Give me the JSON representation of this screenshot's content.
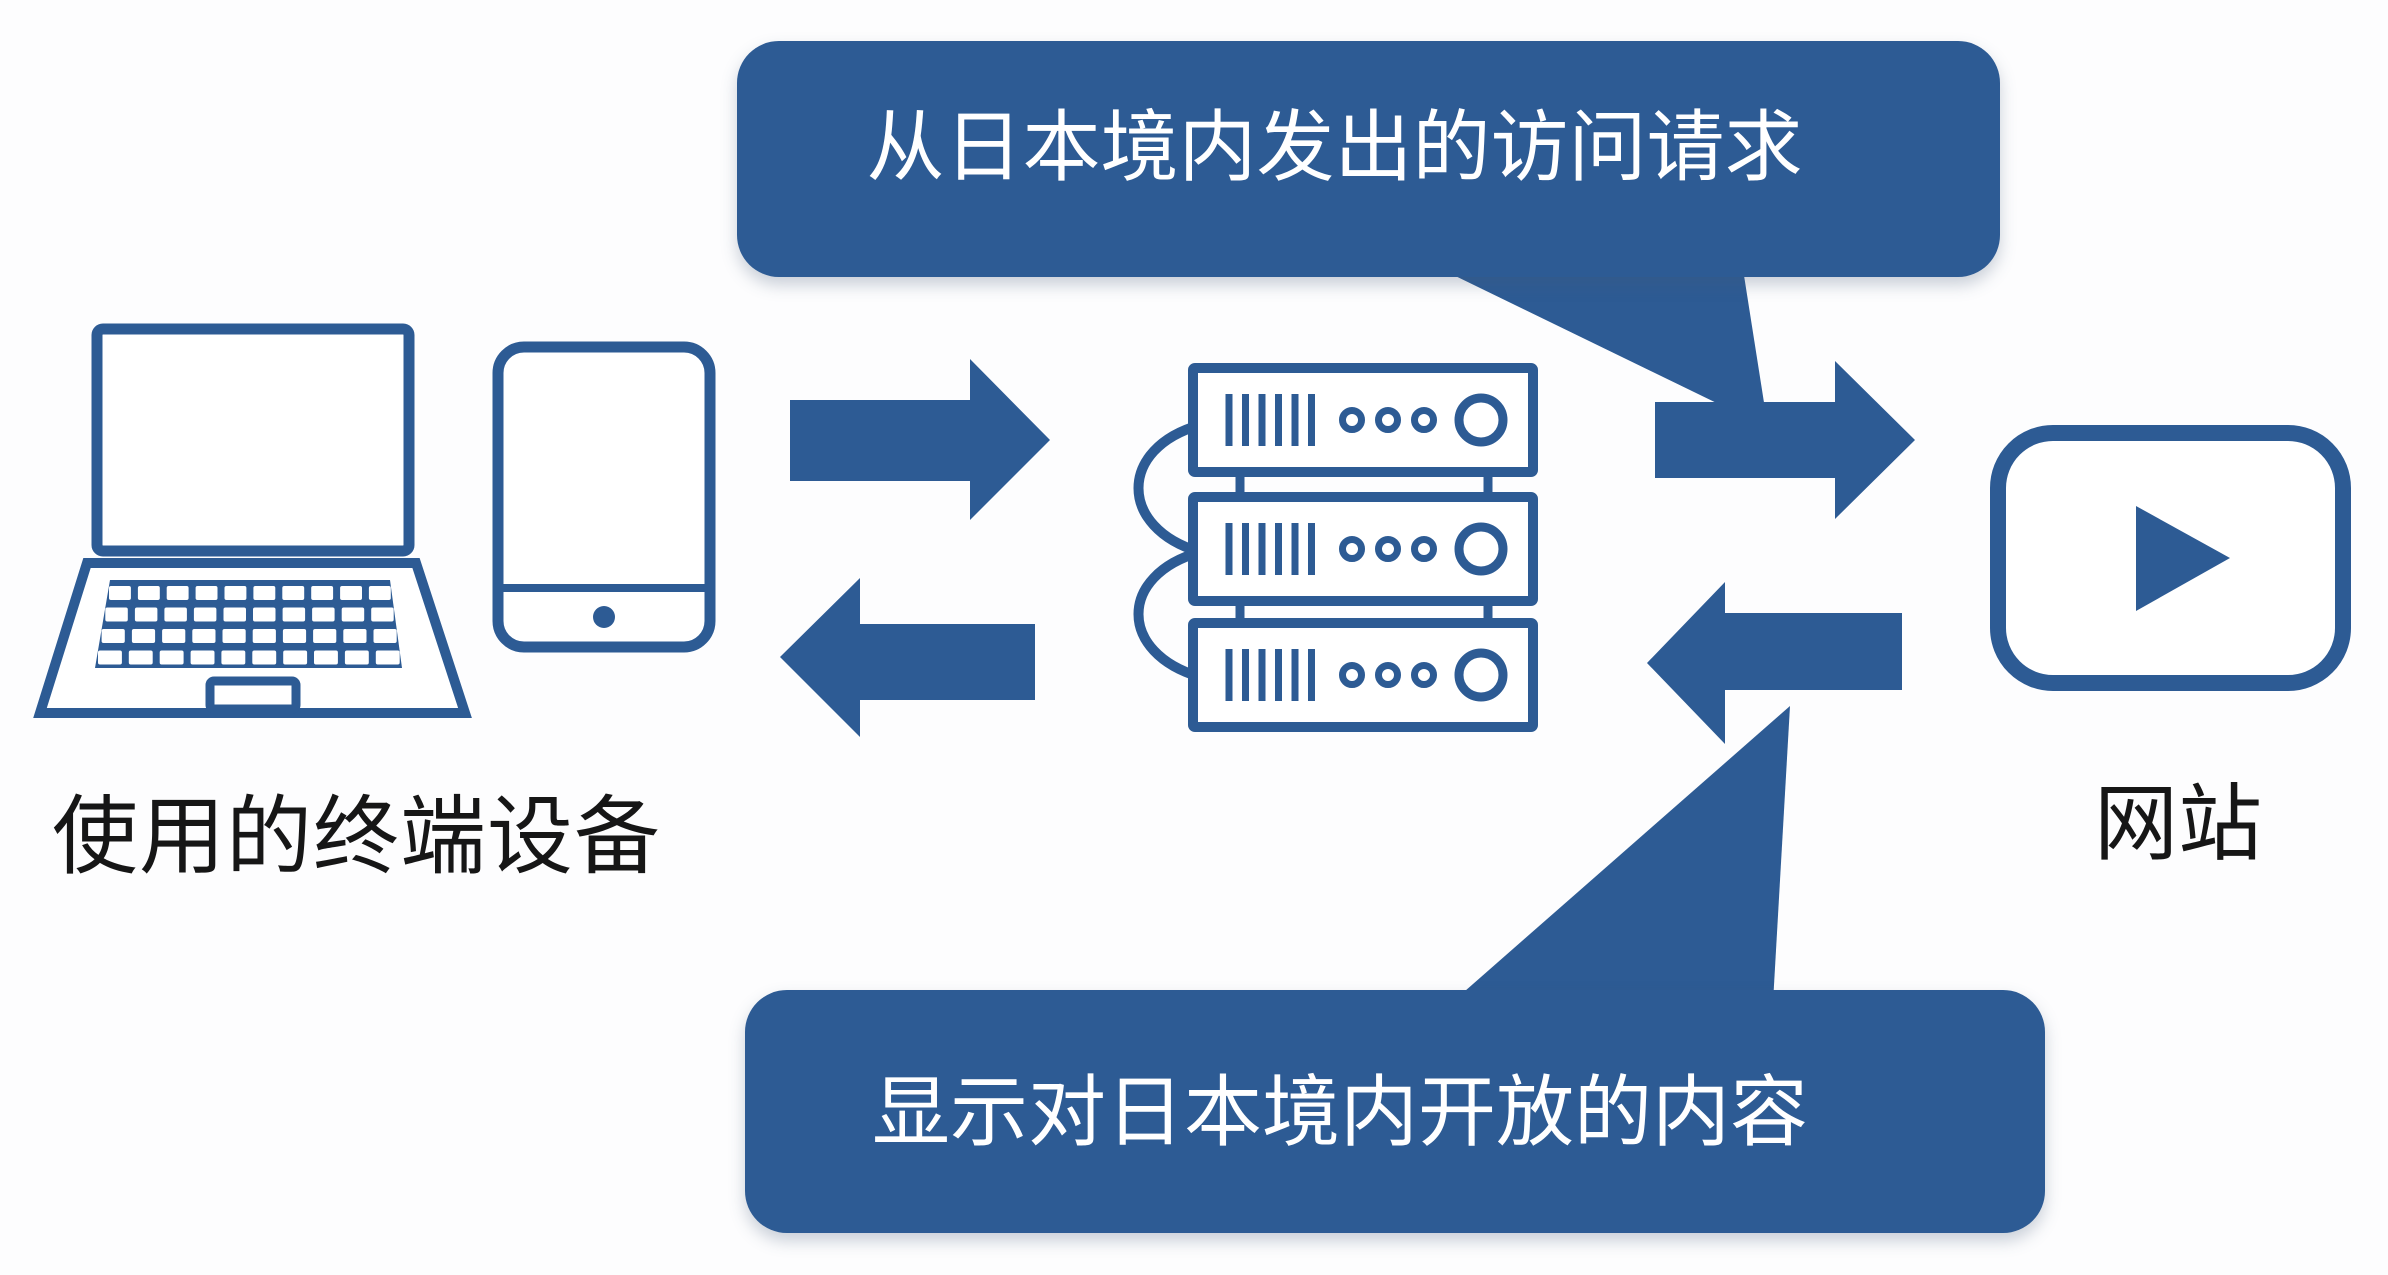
{
  "bubbles": {
    "top": {
      "text": "从日本境内发出的访问请求"
    },
    "bottom": {
      "text": "显示对日本境内开放的内容"
    }
  },
  "labels": {
    "devices": "使用的终端设备",
    "website": "网站"
  },
  "colors": {
    "primary": "#2D5B94",
    "bubble_text": "#FFFFFF",
    "label_text": "#161616",
    "background": "#FDFDFE"
  },
  "icons": {
    "left_devices": [
      "laptop-icon",
      "smartphone-icon"
    ],
    "middle": "server-stack-icon",
    "right": "website-play-icon"
  },
  "arrows": [
    {
      "name": "arrow-devices-to-server",
      "direction": "right"
    },
    {
      "name": "arrow-server-to-devices",
      "direction": "left"
    },
    {
      "name": "arrow-server-to-website",
      "direction": "right"
    },
    {
      "name": "arrow-website-to-server",
      "direction": "left"
    }
  ]
}
